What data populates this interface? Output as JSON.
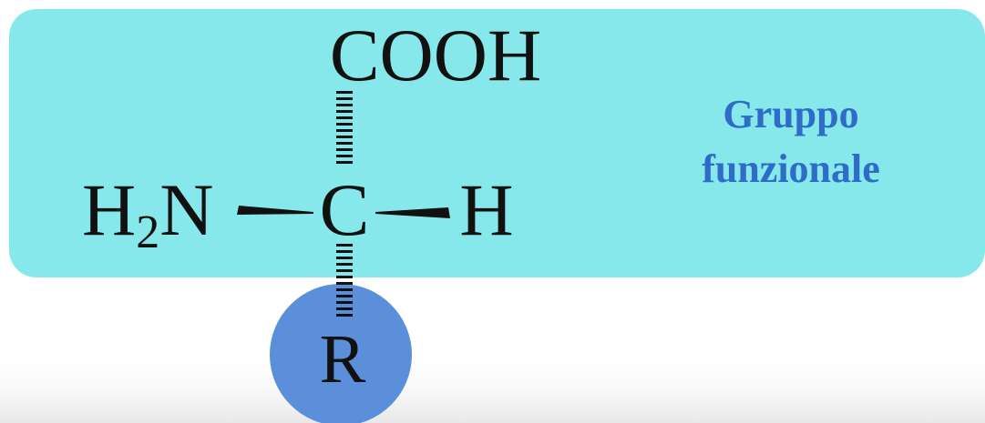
{
  "molecule": {
    "top_group": "COOH",
    "left_group_main": "H",
    "left_group_subscript": "2",
    "left_group_end": "N",
    "center_atom": "C",
    "right_group": "H",
    "side_chain": "R"
  },
  "label": {
    "line1": "Gruppo",
    "line2": "funzionale"
  },
  "colors": {
    "functional_group_box": "#86e8ea",
    "side_chain_circle": "#5b8fd9",
    "label_text": "#2e6cc7",
    "bond": "#111111"
  }
}
